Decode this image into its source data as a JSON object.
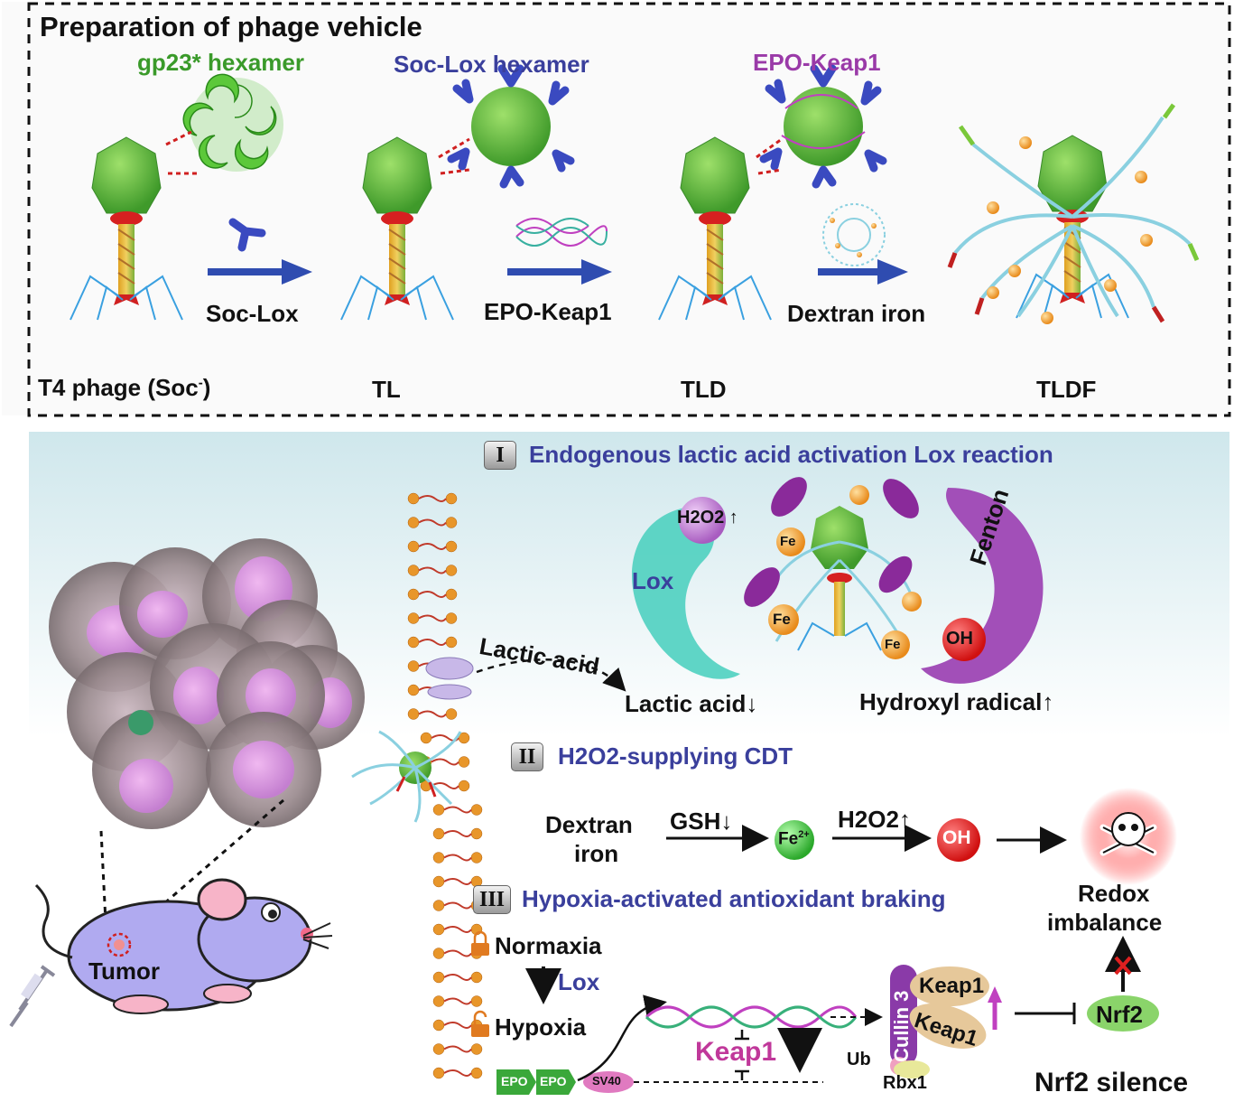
{
  "panel_top": {
    "title": "Preparation of phage vehicle",
    "hexamer_labels": {
      "gp23": "gp23* hexamer",
      "soc_lox": "Soc-Lox hexamer",
      "epo_keap1": "EPO-Keap1"
    },
    "arrow_labels": [
      "Soc-Lox",
      "EPO-Keap1",
      "Dextran iron"
    ],
    "stage_labels": [
      "T4 phage (Soc",
      "-",
      ")",
      "TL",
      "TLD",
      "TLDF"
    ]
  },
  "panel_bottom": {
    "section1": {
      "numeral": "I",
      "title": "Endogenous lactic acid activation Lox  reaction",
      "lox": "Lox",
      "fenton": "Fenton",
      "h2o2_up": "H2O2",
      "fe": "Fe",
      "oh": "OH",
      "lactic_acid_arrow": "Lactic acid",
      "lactic_acid_down": "Lactic acid",
      "hydroxyl_up": "Hydroxyl radical"
    },
    "section2": {
      "numeral": "II",
      "title": "H2O2-supplying CDT",
      "dextran": [
        "Dextran",
        "iron"
      ],
      "gsh": "GSH",
      "fe2": "Fe",
      "h2o2": "H2O2",
      "oh": "OH",
      "redox": [
        "Redox",
        "imbalance"
      ]
    },
    "section3": {
      "numeral": "III",
      "title": "Hypoxia-activated antioxidant braking",
      "normaxia": "Normaxia",
      "lox": "Lox",
      "hypoxia": "Hypoxia",
      "epo": [
        "EPO",
        "EPO"
      ],
      "sv40": "SV40",
      "keap1": "Keap1",
      "cullin": "Cullin 3",
      "keap_a": "Keap1",
      "keap_b": "Keap1",
      "ub": "Ub",
      "rbx1": "Rbx1",
      "nrf2": "Nrf2",
      "nrf2_silence": "Nrf2 silence"
    },
    "tumor": "Tumor"
  },
  "colors": {
    "green_label": "#3a9a2a",
    "blue_label": "#3a3f9c",
    "purple_label": "#9a3aa8",
    "magenta": "#c0389a",
    "teal": "#4fd0c0",
    "fenton_purple": "#a24fb8"
  }
}
